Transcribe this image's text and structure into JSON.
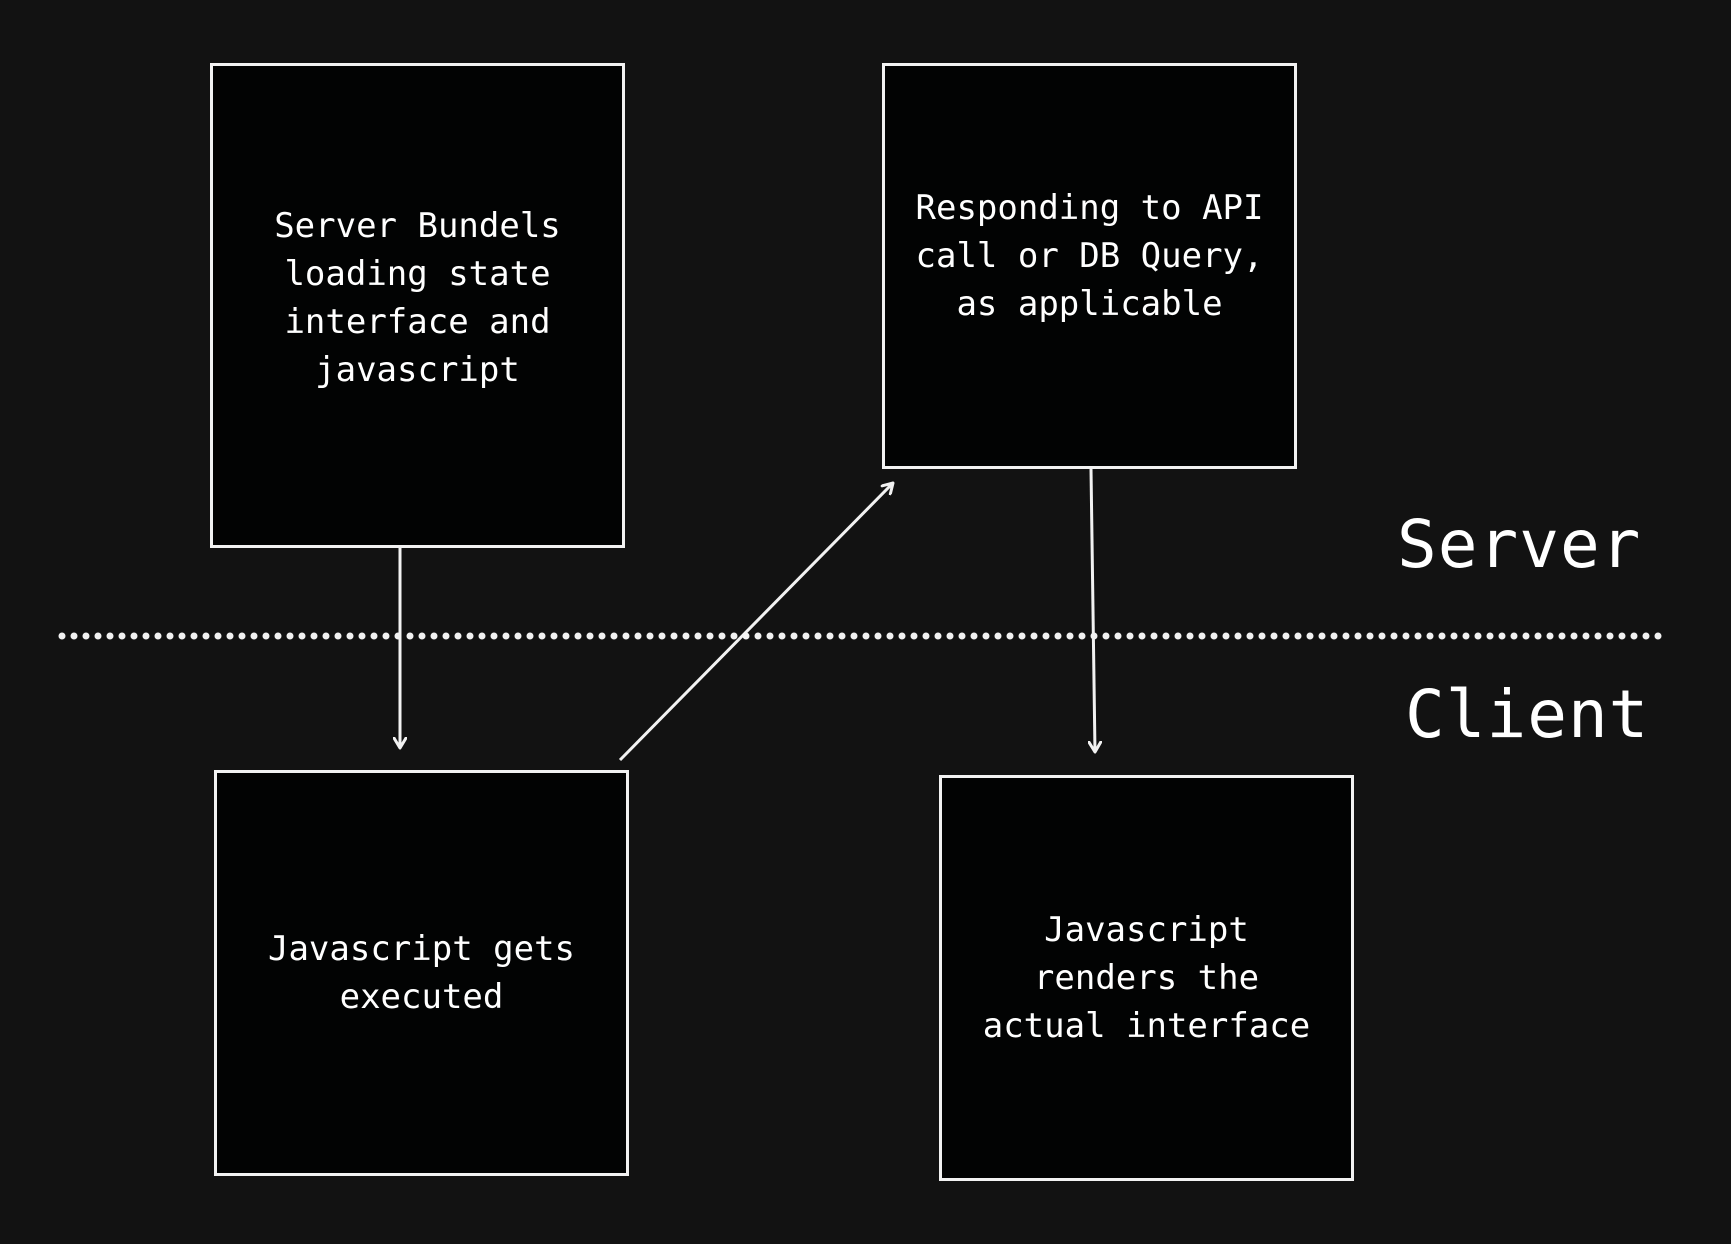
{
  "boxes": {
    "server_bundles": "Server Bundels loading state interface and javascript",
    "api_response": "Responding to API call or DB Query, as applicable",
    "js_executed": "Javascript gets executed",
    "js_renders": "Javascript renders the actual interface"
  },
  "zones": {
    "server": "Server",
    "client": "Client"
  },
  "colors": {
    "background": "#121212",
    "box_fill": "#020303",
    "stroke": "#f2f2f2",
    "text": "#ffffff"
  }
}
